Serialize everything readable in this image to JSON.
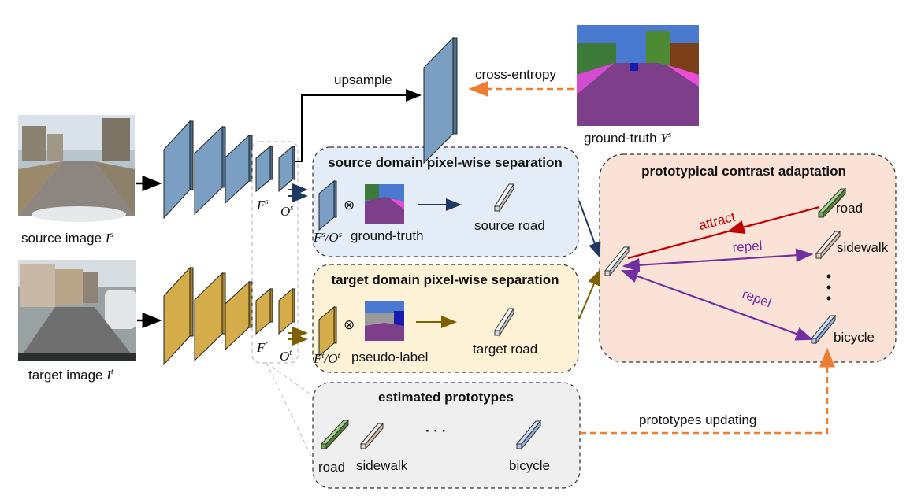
{
  "inputs": {
    "source_label": "source image",
    "source_symbol": "I",
    "source_sup": "s",
    "target_label": "target image",
    "target_symbol": "I",
    "target_sup": "t"
  },
  "features": {
    "fs_symbol": "F",
    "fs_sup": "s",
    "os_symbol": "O",
    "os_sup": "s",
    "ft_symbol": "F",
    "ft_sup": "t",
    "ot_symbol": "O",
    "ot_sup": "t"
  },
  "top": {
    "upsample_label": "upsample",
    "cross_entropy_label": "cross-entropy",
    "gt_label": "ground-truth",
    "gt_symbol": "Y",
    "gt_sup": "s"
  },
  "source_box": {
    "title": "source domain pixel-wise separation",
    "feat_label_a": "F",
    "feat_label_a_sup": "s",
    "feat_label_sep": "/",
    "feat_label_b": "O",
    "feat_label_b_sup": "s",
    "op_symbol": "⊗",
    "mask_label": "ground-truth",
    "out_label": "source road"
  },
  "target_box": {
    "title": "target domain pixel-wise separation",
    "feat_label_a": "F",
    "feat_label_a_sup": "t",
    "feat_label_sep": "/",
    "feat_label_b": "O",
    "feat_label_b_sup": "t",
    "op_symbol": "⊗",
    "mask_label": "pseudo-label",
    "out_label": "target road"
  },
  "prototypes_box": {
    "title": "estimated prototypes",
    "items": [
      "road",
      "sidewalk",
      "bicycle"
    ],
    "ellipsis": "· · ·",
    "update_label": "prototypes updating"
  },
  "contrast_box": {
    "title": "prototypical contrast adaptation",
    "classes": [
      "road",
      "sidewalk",
      "bicycle"
    ],
    "attract_label": "attract",
    "repel_label_1": "repel",
    "repel_label_2": "repel"
  },
  "colors": {
    "source_net": "#7b9fc3",
    "target_net": "#d4ad4a",
    "source_box_bg": "#e4edf7",
    "target_box_bg": "#fdf2d6",
    "contrast_box_bg": "#fbe2d6",
    "proto_box_bg": "#efefef",
    "arrow_navy": "#1f3864",
    "arrow_brown": "#7f6000",
    "arrow_orange": "#ed7d31",
    "attract_red": "#c00000",
    "repel_purple": "#7030a0",
    "road_green": "#70ad47",
    "sidewalk_beige": "#eedfd6",
    "bicycle_blue": "#b4c7e7"
  }
}
